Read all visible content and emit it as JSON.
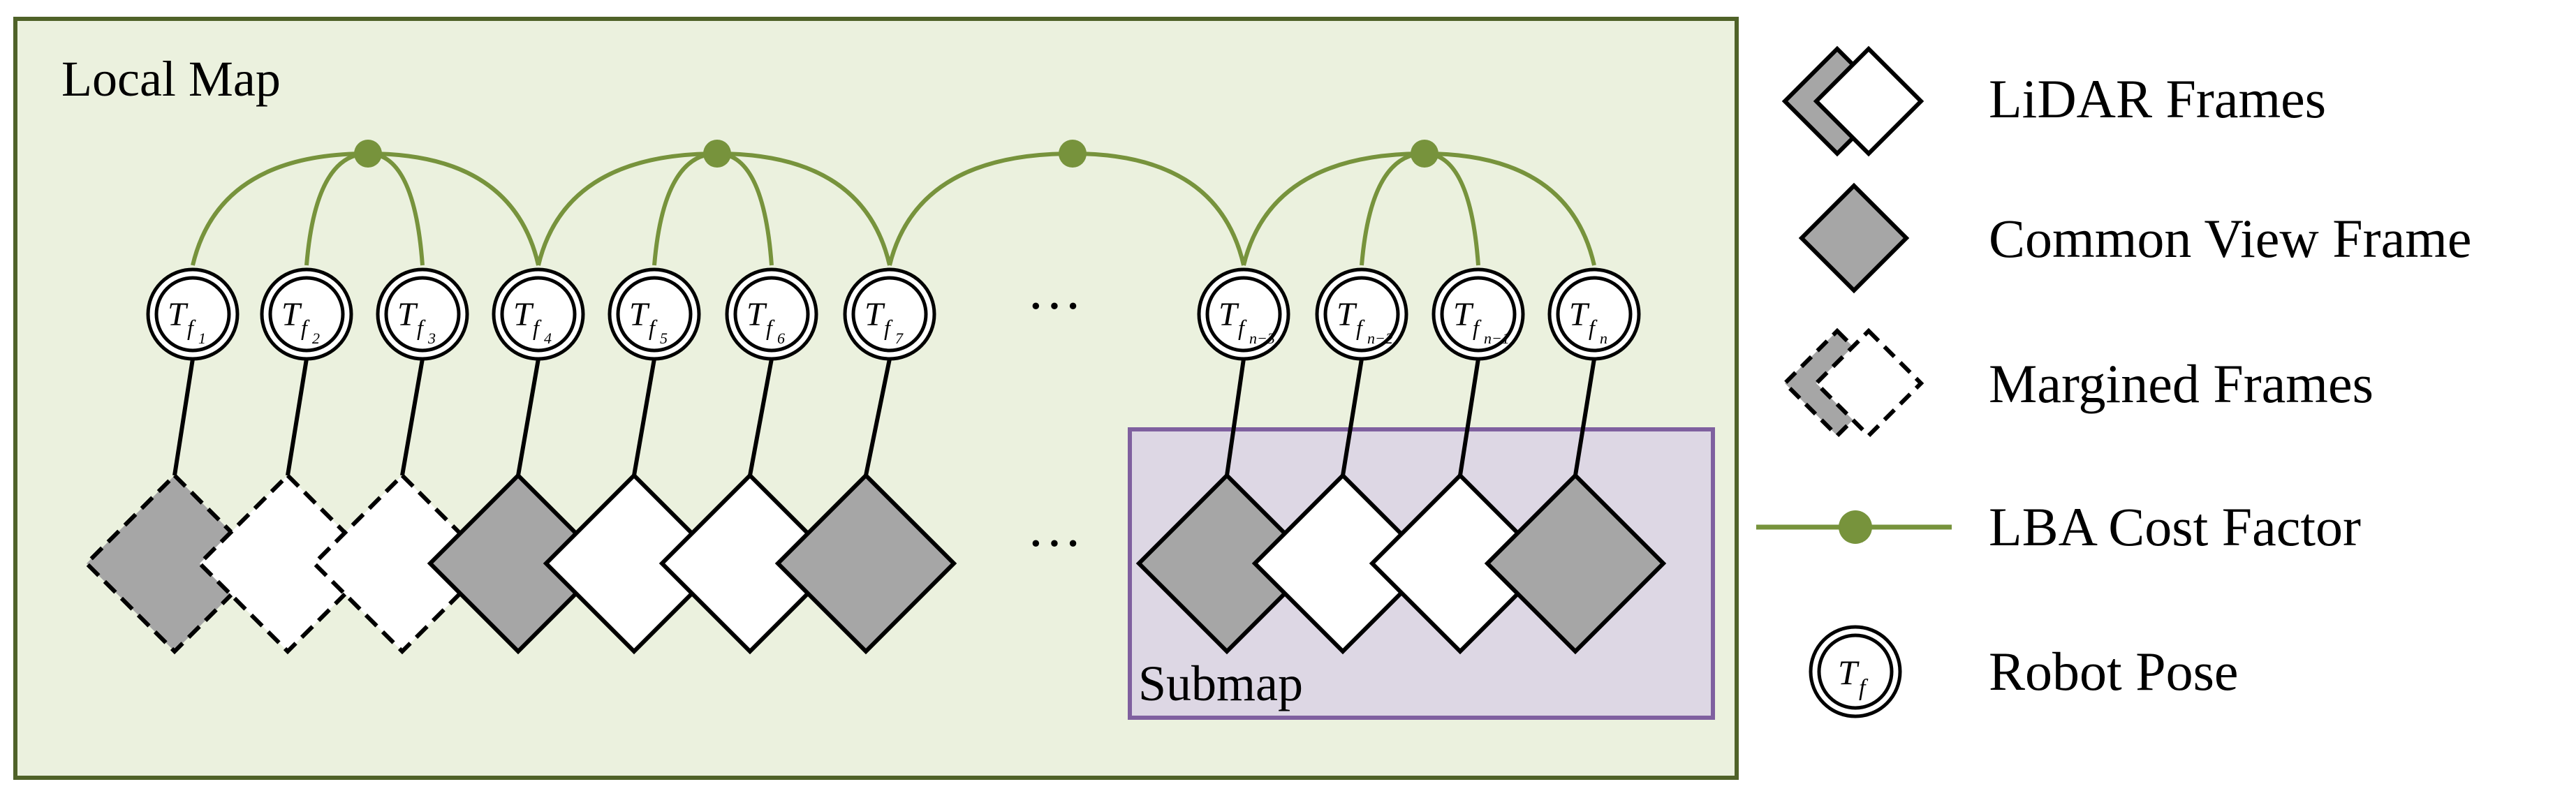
{
  "diagram": {
    "local_map_label": "Local Map",
    "submap_label": "Submap",
    "ellipsis": "···",
    "pose_symbol": "T",
    "pose_subscript_base": "f",
    "poses": [
      {
        "id": "1",
        "sub": "1",
        "frame": "margined-gray"
      },
      {
        "id": "2",
        "sub": "2",
        "frame": "margined-white"
      },
      {
        "id": "3",
        "sub": "3",
        "frame": "margined-white"
      },
      {
        "id": "4",
        "sub": "4",
        "frame": "common-view"
      },
      {
        "id": "5",
        "sub": "5",
        "frame": "lidar-white"
      },
      {
        "id": "6",
        "sub": "6",
        "frame": "lidar-white"
      },
      {
        "id": "7",
        "sub": "7",
        "frame": "common-view"
      },
      {
        "id": "n-3",
        "sub": "n−3",
        "frame": "common-view"
      },
      {
        "id": "n-2",
        "sub": "n−2",
        "frame": "lidar-white"
      },
      {
        "id": "n-1",
        "sub": "n−1",
        "frame": "lidar-white"
      },
      {
        "id": "n",
        "sub": "n",
        "frame": "common-view"
      }
    ],
    "factors": [
      {
        "id": "a",
        "connects": [
          "1",
          "2",
          "3",
          "4"
        ]
      },
      {
        "id": "b",
        "connects": [
          "4",
          "5",
          "6",
          "7"
        ]
      },
      {
        "id": "c",
        "connects": [
          "7",
          "n-3"
        ]
      },
      {
        "id": "d",
        "connects": [
          "n-3",
          "n-2",
          "n-1",
          "n"
        ]
      }
    ]
  },
  "legend": {
    "lidar_frames": "LiDAR Frames",
    "common_view_frame": "Common View Frame",
    "margined_frames": "Margined Frames",
    "lba_cost_factor": "LBA Cost Factor",
    "robot_pose": "Robot Pose"
  },
  "colors": {
    "local_map_fill": "#ebf1de",
    "local_map_border": "#4f6228",
    "submap_fill": "#ddd7e4",
    "submap_border": "#7f609f",
    "factor_green": "#77933c",
    "frame_gray": "#a6a6a6",
    "frame_white": "#ffffff",
    "stroke": "#000000"
  }
}
